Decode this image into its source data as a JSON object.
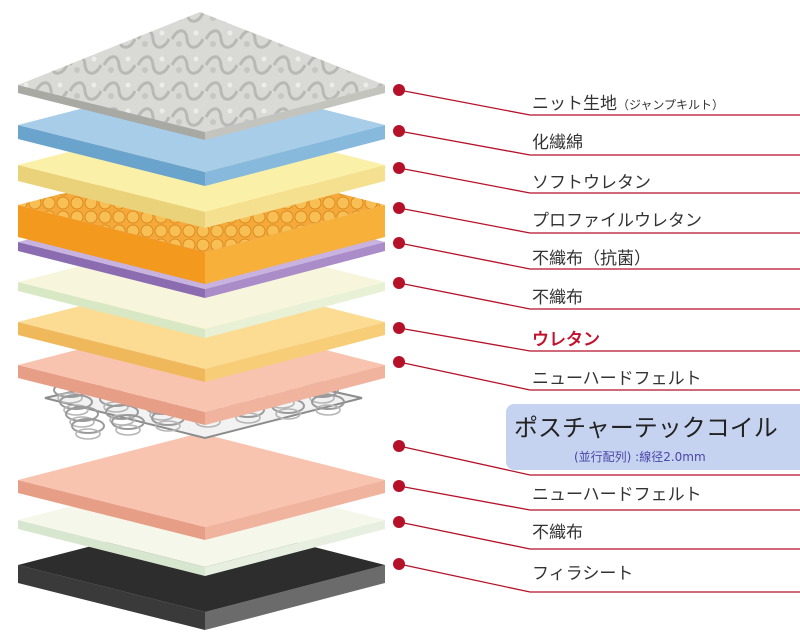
{
  "layers": [
    {
      "label": "ニット生地",
      "sub": "（ジャンプキルト）",
      "highlight": false
    },
    {
      "label": "化繊綿",
      "highlight": false
    },
    {
      "label": "ソフトウレタン",
      "highlight": false
    },
    {
      "label": "プロファイルウレタン",
      "highlight": false
    },
    {
      "label": "不織布（抗菌）",
      "highlight": false
    },
    {
      "label": "不織布",
      "highlight": false
    },
    {
      "label": "ウレタン",
      "highlight": true
    },
    {
      "label": "ニューハードフェルト",
      "highlight": false
    },
    {
      "label": "ニューハードフェルト",
      "highlight": false
    },
    {
      "label": "不織布",
      "highlight": false
    },
    {
      "label": "フィラシート",
      "highlight": false
    }
  ],
  "coil": {
    "title": "ポスチャーテックコイル",
    "spec": "(並行配列) :線径2.0mm"
  },
  "colors": {
    "marker": "#b5122a",
    "line": "#b5122a",
    "highlight_text": "#c0122c",
    "coil_box": "#c6d3f0"
  },
  "icons": [
    "red-dot-marker-icon"
  ]
}
